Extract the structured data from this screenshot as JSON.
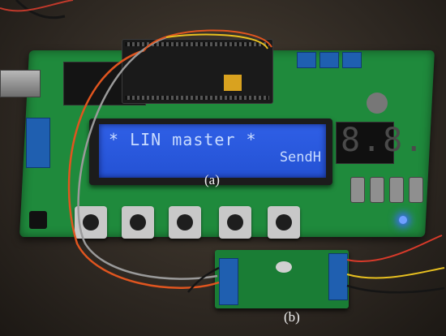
{
  "lcd": {
    "line_1": "* LIN master *",
    "line_2": "SendH"
  },
  "seven_segment": {
    "digits": "8.8."
  },
  "labels": {
    "a": "(a)",
    "b": "(b)"
  },
  "colors": {
    "pcb_green": "#1f8a3c",
    "lcd_blue": "#2f5fe6",
    "terminal_blue": "#1f5fb0",
    "wire_orange": "#e0551f",
    "wire_gray": "#9a9a9a",
    "wire_yellow": "#e8c020"
  }
}
